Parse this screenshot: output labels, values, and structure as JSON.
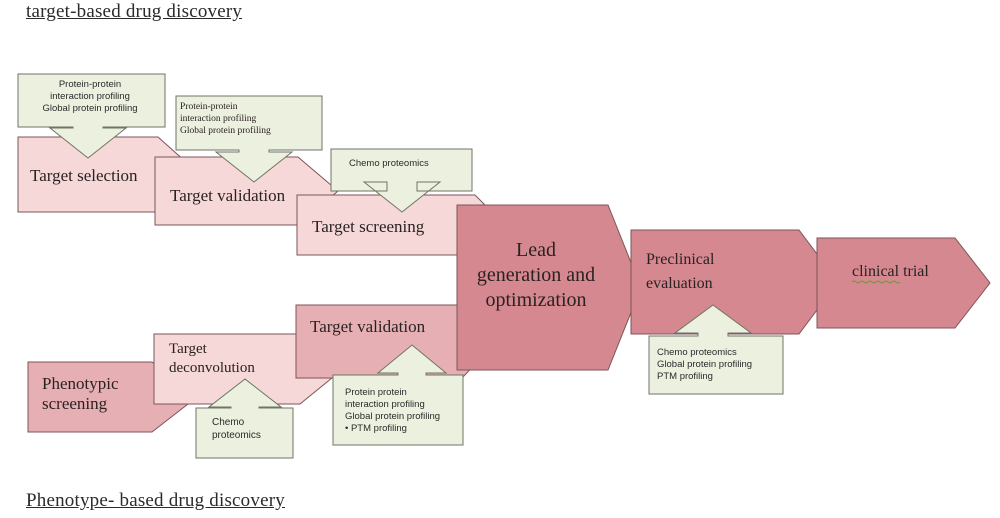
{
  "headings": {
    "top": "target-based drug discovery",
    "bottom": "Phenotype- based drug discovery"
  },
  "colors": {
    "stage_light": "#f6d8d8",
    "stage_mid": "#e6afb3",
    "stage_dark": "#d5888f",
    "stage_stroke": "#7c5558",
    "note_fill": "#ecf1df",
    "note_stroke": "#6f7466"
  },
  "target_based": {
    "stages": [
      {
        "lines": [
          "Target selection"
        ]
      },
      {
        "lines": [
          "Target validation"
        ]
      },
      {
        "lines": [
          "Target screening"
        ]
      }
    ],
    "notes": [
      {
        "lines": [
          "Protein-protein",
          "interaction profiling",
          "Global protein profiling"
        ]
      },
      {
        "lines": [
          "Protein-protein",
          "interaction profiling",
          "Global protein profiling"
        ]
      },
      {
        "lines": [
          "Chemo proteomics"
        ]
      }
    ]
  },
  "phenotype_based": {
    "stages": [
      {
        "lines": [
          "Phenotypic",
          "screening"
        ]
      },
      {
        "lines": [
          "Target",
          "deconvolution"
        ]
      },
      {
        "lines": [
          "Target validation"
        ]
      }
    ],
    "notes": [
      {
        "lines": [
          "Chemo",
          "proteomics"
        ]
      },
      {
        "lines": [
          "Protein protein",
          "interaction profiling",
          "Global protein profiling",
          "• PTM profiling"
        ]
      }
    ]
  },
  "shared": {
    "stages": [
      {
        "lines": [
          "Lead",
          "generation and",
          "optimization"
        ]
      },
      {
        "lines": [
          "Preclinical",
          "evaluation"
        ]
      },
      {
        "lines": [
          "clinical trial"
        ]
      }
    ],
    "notes": [
      {
        "lines": [
          "Chemo proteomics",
          "Global protein profiling",
          "PTM profiling"
        ]
      }
    ]
  }
}
